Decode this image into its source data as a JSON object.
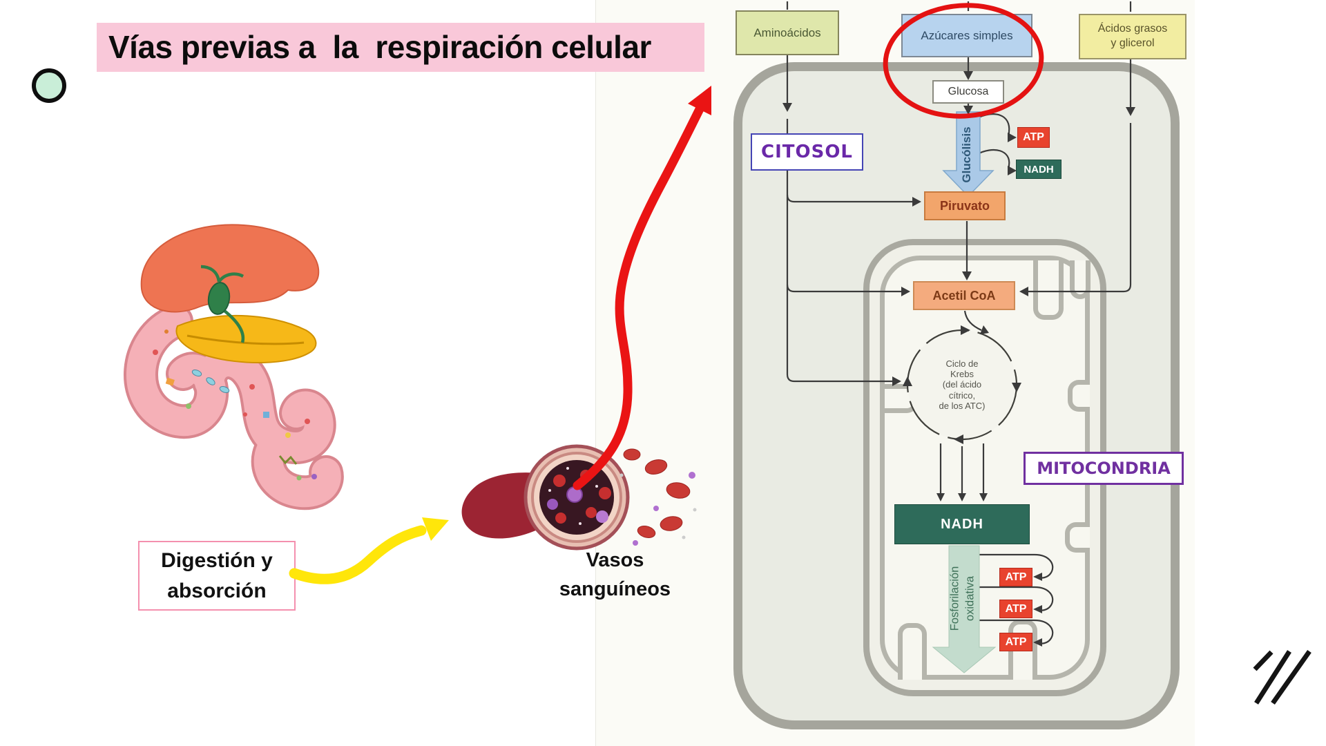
{
  "slide": {
    "title": "Vías previas a  la  respiración celular",
    "digestion_label": "Digestión y\nabsorción",
    "vessels_label": "Vasos\nsanguíneos"
  },
  "diagram": {
    "inputs": {
      "aminoacidos": "Aminoácidos",
      "azucares": "Azúcares simples",
      "acidos_grasos": "Ácidos grasos\ny glicerol"
    },
    "glucosa": "Glucosa",
    "glucolisis": "Glucólisis",
    "glycolysis_outputs": {
      "atp": "ATP",
      "nadh": "NADH"
    },
    "piruvato": "Piruvato",
    "acetil_coa": "Acetil CoA",
    "krebs": "Ciclo de\nKrebs\n(del ácido\ncítrico,\nde los ATC)",
    "region_labels": {
      "citosol": "CITOSOL",
      "mitocondria": "MITOCONDRIA"
    },
    "nadh_bar": "NADH",
    "fosforilacion": "Fosforilación\noxidativa",
    "atp_outputs": [
      "ATP",
      "ATP",
      "ATP"
    ]
  },
  "colors": {
    "banner_pink": "#f9c8d9",
    "accent_red": "#e41212",
    "arrow_yellow": "#ffe60a",
    "region_label_purple": "#7030a0",
    "atp_red": "#e8432e",
    "nadh_green": "#2e6b5a",
    "glycolysis_blue": "#aac9e7",
    "oxidative_green": "#c3dccd"
  }
}
